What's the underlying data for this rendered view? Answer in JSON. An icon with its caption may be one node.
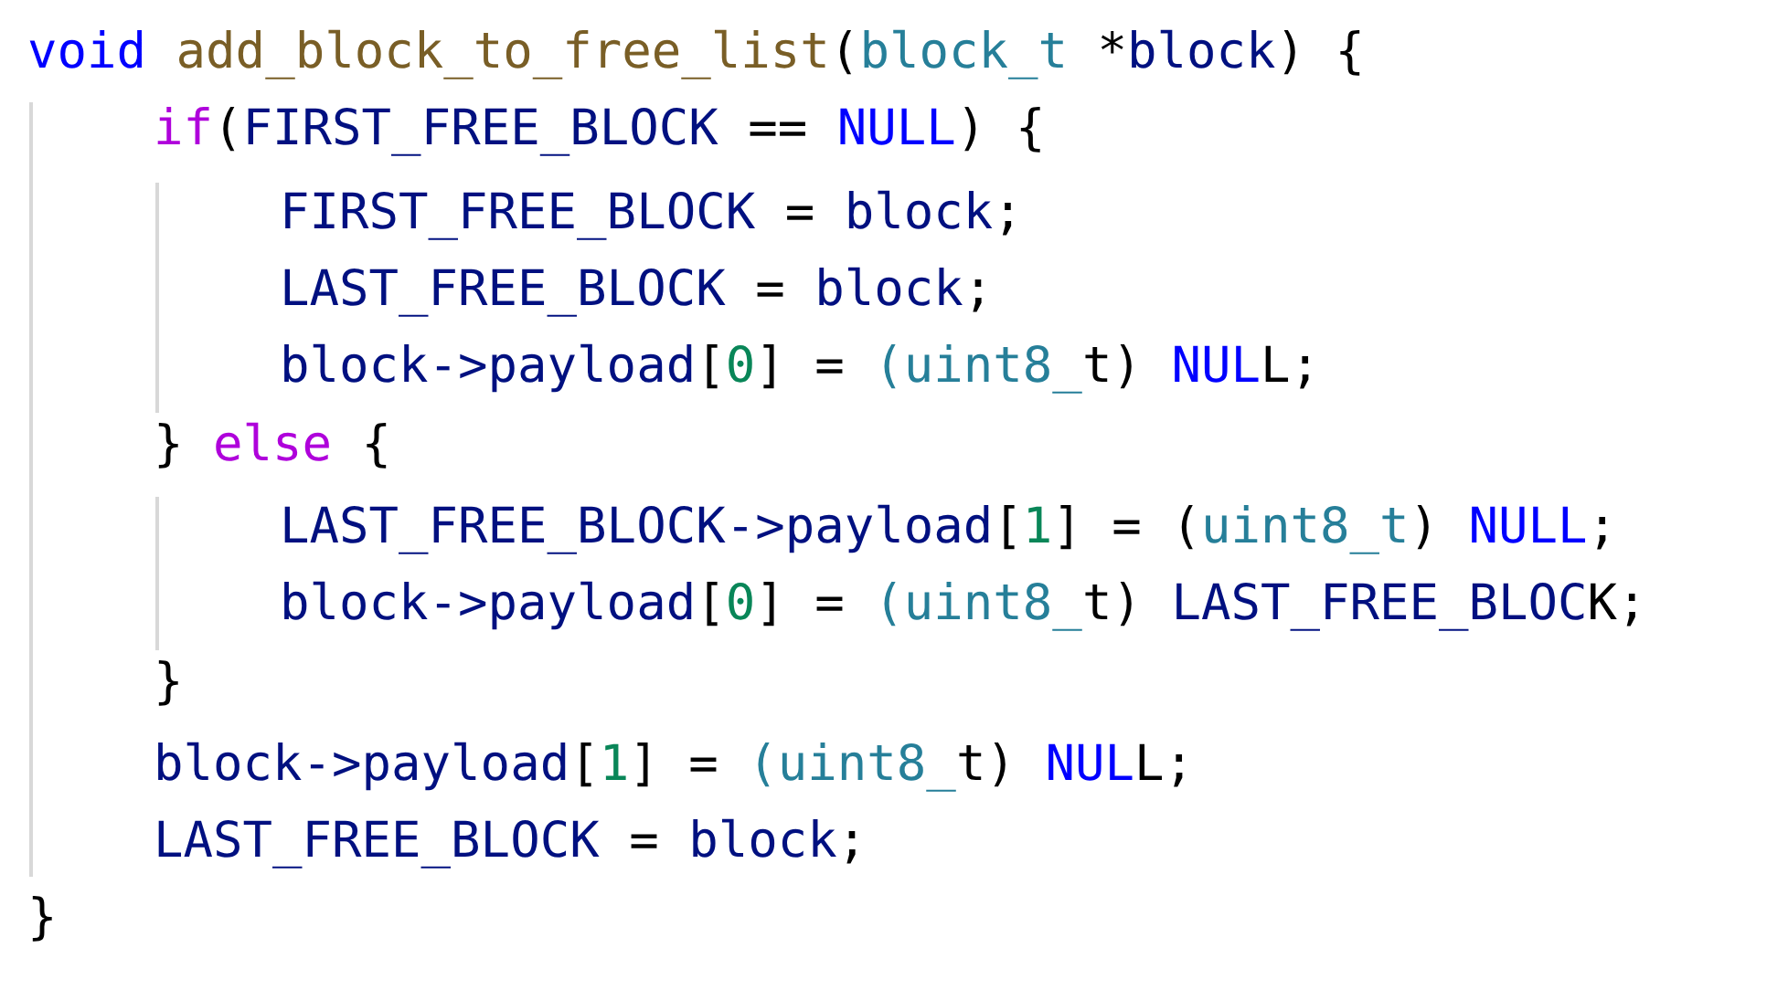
{
  "diagram": {
    "labels": [
      "void add_block_to_free_list(block_t *block) {",
      "if(FIRST_FREE_BLOCK == NULL) {",
      "FIRST_FREE_BLOCK = block;",
      "LAST_FREE_BLOCK = block;",
      "block->payload[0] = (uint8_t) NULL;",
      "} else {",
      "LAST_FREE_BLOCK->payload[1] = (uint8_t) NULL;",
      "block->payload[0] = (uint8_t) LAST_FREE_BLOCK;",
      "}",
      "block->payload[1] = (uint8_t) NULL;",
      "LAST_FREE_BLOCK = block;",
      "}"
    ]
  }
}
